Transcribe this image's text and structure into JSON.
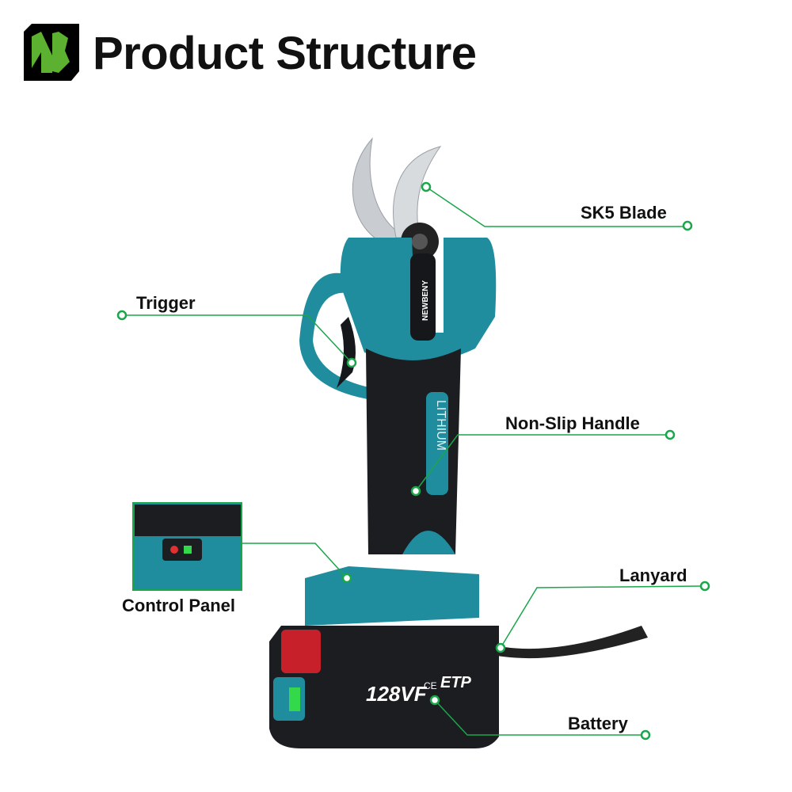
{
  "brand": {
    "logo_text": "NB",
    "logo_color": "#5cb130"
  },
  "title": "Product Structure",
  "product": {
    "handle_text": "LITHIUM",
    "head_text": "NEWBENY",
    "battery_voltage": "128VF",
    "battery_mark": "CE",
    "battery_brand": "ETP"
  },
  "callouts": {
    "blade": "SK5 Blade",
    "trigger": "Trigger",
    "handle": "Non-Slip Handle",
    "control_panel": "Control Panel",
    "lanyard": "Lanyard",
    "battery": "Battery"
  },
  "colors": {
    "callout_line": "#1aa64a",
    "body_teal": "#1f8d9e",
    "body_black": "#1c1d20"
  }
}
